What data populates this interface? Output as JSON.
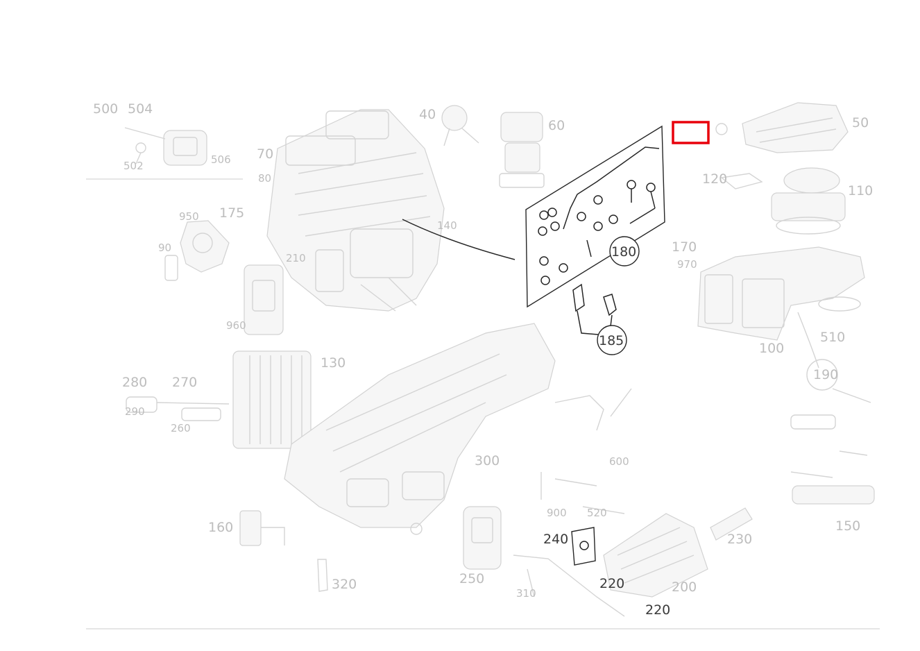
{
  "diagram": {
    "highlight_color": "#e8000b",
    "ink_color": "#262626",
    "faint_color": "#cfcfcf",
    "active_group": {
      "callout_180": "180",
      "callout_185": "185"
    },
    "labels": {
      "l40": "40",
      "l60": "60",
      "l70": "70",
      "l80": "80",
      "l90": "90",
      "l100": "100",
      "l110": "110",
      "l120": "120",
      "l130": "130",
      "l140": "140",
      "l150": "150",
      "l160": "160",
      "l170": "170",
      "l175": "175",
      "l190": "190",
      "l200": "200",
      "l210": "210",
      "l220a": "220",
      "l220b": "220",
      "l230": "230",
      "l240": "240",
      "l250": "250",
      "l260": "260",
      "l270": "270",
      "l280": "280",
      "l290": "290",
      "l300": "300",
      "l310": "310",
      "l320": "320",
      "l500": "500",
      "l504": "504",
      "l502": "502",
      "l506": "506",
      "l510": "510",
      "l520": "520",
      "l600": "600",
      "l900": "900",
      "l950": "950",
      "l960": "960",
      "l970": "970"
    }
  }
}
